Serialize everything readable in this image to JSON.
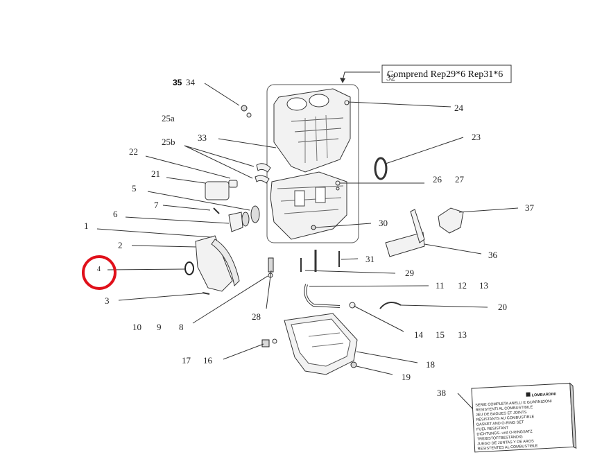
{
  "note_box": {
    "text": "Comprend Rep29*6 Rep31*6"
  },
  "callouts": {
    "c1": "1",
    "c2": "2",
    "c3": "3",
    "c4": "4",
    "c5": "5",
    "c6": "6",
    "c7": "7",
    "c8": "8",
    "c9": "9",
    "c10": "10",
    "c11": "11",
    "c12": "12",
    "c13a": "13",
    "c13b": "13",
    "c14": "14",
    "c15": "15",
    "c16": "16",
    "c17": "17",
    "c18": "18",
    "c19": "19",
    "c20": "20",
    "c21": "21",
    "c22": "22",
    "c23": "23",
    "c24": "24",
    "c25a": "25a",
    "c25b": "25b",
    "c26": "26",
    "c27": "27",
    "c28": "28",
    "c29": "29",
    "c30": "30",
    "c31": "31",
    "c32": "32",
    "c33": "33",
    "c34": "34",
    "c35": "35",
    "c36": "36",
    "c37": "37",
    "c38": "38"
  },
  "kit_label": {
    "brand": "LOMBARDINI",
    "lines": [
      "SERIE COMPLETA ANELLI E GUARNIZIONI",
      "RESISTENTI AL COMBUSTIBILE",
      "JEU DE BAGUES ET JOINTS",
      "RÉSISTANTS AU COMBUSTIBLE",
      "GASKET AND O-RING SET",
      "FUEL RESISTANT",
      "DICHTUNGS- und O-RINGSATZ",
      "TREIBSTOFFBESTÄNDIG",
      "JUEGO DE JUNTAS Y DE AROS",
      "RESISTENTES AL COMBUSTIBLE"
    ]
  },
  "highlight": {
    "color": "#e0101a",
    "target": "4"
  }
}
